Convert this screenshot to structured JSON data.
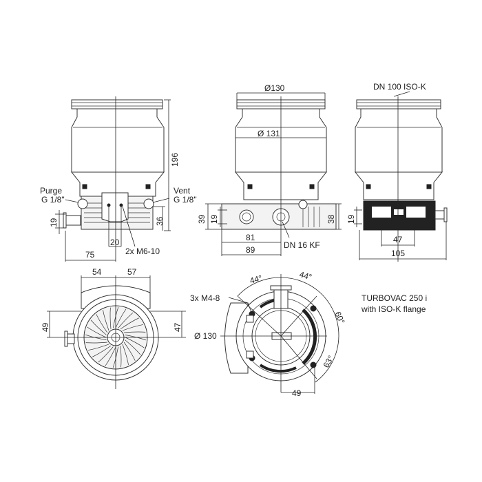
{
  "front_view": {
    "height_dim": "196",
    "purge_label": "Purge",
    "purge_thread": "G 1/8\"",
    "vent_label": "Vent",
    "vent_thread": "G 1/8\"",
    "flange_height_dim": "19",
    "base_height_dim": "36",
    "hole_spacing_dim": "20",
    "holes_label": "2x M6-10",
    "offset_dim": "75"
  },
  "side_view": {
    "flange_dia": "Ø130",
    "body_dia": "Ø 131",
    "base_height_dim": "39",
    "flange_height_dim": "19",
    "right_height_dim": "38",
    "width_81": "81",
    "width_89": "89",
    "port_label": "DN 16 KF"
  },
  "rear_view": {
    "flange_label": "DN 100 ISO-K",
    "flange_height_dim": "19",
    "connector_width_dim": "47",
    "width_dim": "105"
  },
  "bottom_left_view": {
    "left_dim": "54",
    "right_dim": "57",
    "left_side_dim": "49",
    "right_side_dim": "47"
  },
  "bottom_right_view": {
    "holes_label": "3x M4-8",
    "dia_label": "Ø 130",
    "angle_left": "44°",
    "angle_right": "44°",
    "angle_60": "60°",
    "angle_63": "63°",
    "width_dim": "49"
  },
  "caption": {
    "line1": "TURBOVAC 250 i",
    "line2": "with ISO-K flange"
  }
}
